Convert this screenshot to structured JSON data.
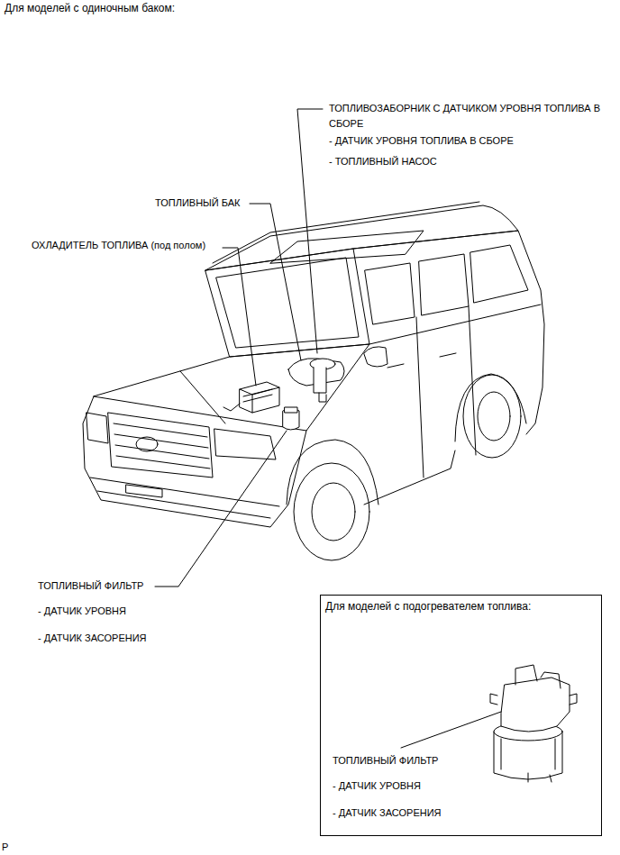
{
  "diagram": {
    "title": "Для моделей с одиночным баком:",
    "nodes": [
      {
        "text": [
          "Для моделей с подогревателем топлива:",
          "ТОПЛИВНЫЙ ФИЛЬТР",
          "- ДАТЧИК УРОВНЯ",
          "- ДАТЧИК ЗАСОРЕНИЯ"
        ]
      }
    ],
    "labels": [
      "ТОПЛИВОЗАБОРНИК С ДАТЧИКОМ УРОВНЯ ТОПЛИВА В СБОРЕ",
      "- ДАТЧИК УРОВНЯ ТОПЛИВА В СБОРЕ",
      "- ТОПЛИВНЫЙ НАСОС",
      "ТОПЛИВНЫЙ БАК",
      "ОХЛАДИТЕЛЬ ТОПЛИВА (под полом)",
      "ТОПЛИВНЫЙ ФИЛЬТР",
      "- ДАТЧИК УРОВНЯ",
      "- ДАТЧИК ЗАСОРЕНИЯ",
      "P"
    ]
  }
}
